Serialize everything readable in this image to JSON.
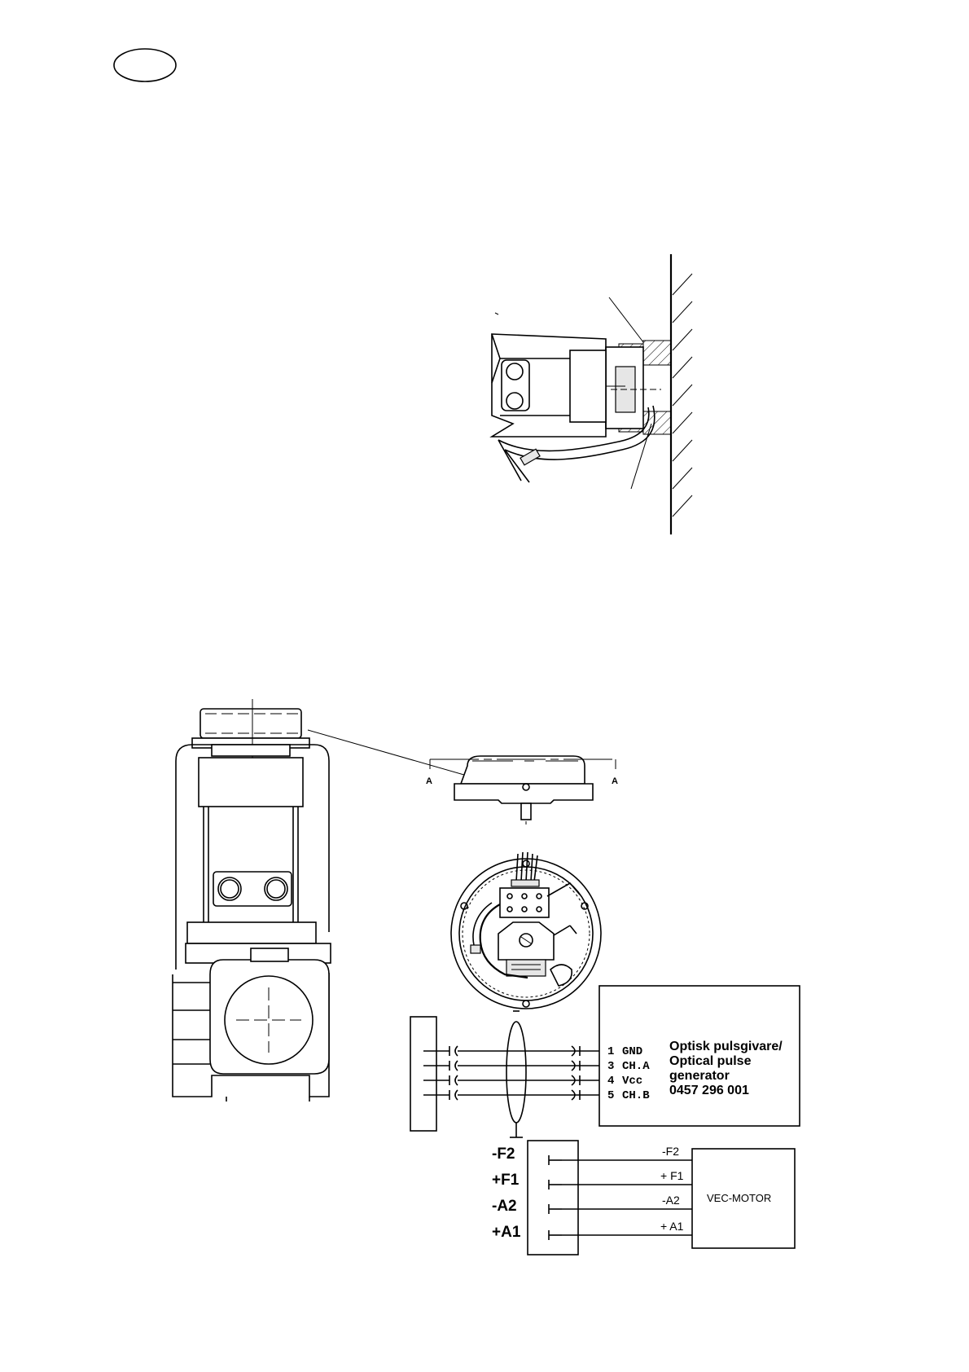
{
  "encoder_terminals": {
    "rows": [
      {
        "pin": "1",
        "signal": "GND"
      },
      {
        "pin": "3",
        "signal": "CH.A"
      },
      {
        "pin": "4",
        "signal": "Vcc"
      },
      {
        "pin": "5",
        "signal": "CH.B"
      }
    ],
    "description": [
      "Optisk pulsgivare/",
      "Optical pulse",
      "generator",
      "0457 296 001"
    ]
  },
  "motor_terminals": {
    "left_labels": [
      "-F2",
      "+F1",
      "-A2",
      "+A1"
    ],
    "wire_labels": [
      "-F2",
      "+ F1",
      "-A2",
      "+ A1"
    ],
    "motor_label": "VEC-MOTOR"
  },
  "section_marks": [
    "A",
    "A"
  ]
}
